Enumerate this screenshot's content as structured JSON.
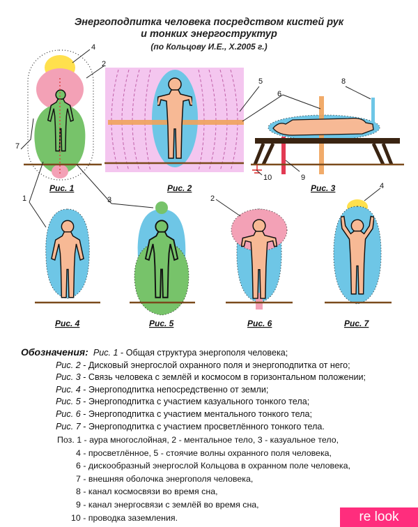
{
  "title": {
    "line1": "Энергоподпитка человека посредством кистей рук",
    "line2": "и тонких энергоструктур",
    "line3": "(по Кольцову И.Е., Х.2005 г.)"
  },
  "figures": {
    "fig1": "Рис. 1",
    "fig2": "Рис. 2",
    "fig3": "Рис. 3",
    "fig4": "Рис. 4",
    "fig5": "Рис. 5",
    "fig6": "Рис. 6",
    "fig7": "Рис. 7"
  },
  "callouts": [
    "1",
    "2",
    "3",
    "4",
    "5",
    "6",
    "7",
    "8",
    "9",
    "10"
  ],
  "legend": {
    "heading": "Обозначения:",
    "items": [
      {
        "fig": "Рис. 1",
        "text": " - Общая структура энергополя человека;"
      },
      {
        "fig": "Рис. 2",
        "text": " - Дисковый энергослой охранного поля и энергоподпитка от него;"
      },
      {
        "fig": "Рис. 3",
        "text": " - Связь человека с землёй и космосом в горизонтальном положении;"
      },
      {
        "fig": "Рис. 4",
        "text": " - Энергоподпитка непосредственно от земли;"
      },
      {
        "fig": "Рис. 5",
        "text": " - Энергоподпитка с участием казуального тонкого тела;"
      },
      {
        "fig": "Рис. 6",
        "text": " - Энергоподпитка с участием ментального тонкого тела;"
      },
      {
        "fig": "Рис. 7",
        "text": " - Энергоподпитка с участием просветлённого тонкого тела."
      }
    ]
  },
  "positions": {
    "first": "Поз. 1 - аура многослойная, 2 - ментальное тело, 3 - казуальное тело,",
    "rest": [
      "4 - просветлённое, 5 - стоячие волны охранного поля человека,",
      "6 - дискообразный энергослой Кольцова в охранном поле человека,",
      "7 - внешняя оболочка энергополя человека,",
      "8 - канал космосвязи во время сна,",
      "9 - канал энергосвязи с землёй во время сна,",
      "10 - проводка заземления."
    ]
  },
  "watermark": "re look",
  "colors": {
    "skin": "#f7b995",
    "blue": "#6ec6e6",
    "green": "#77c36a",
    "pink": "#f3a1b6",
    "yellow": "#ffe04d",
    "lilac": "#f4c6ef",
    "wood": "#3a2412",
    "ground": "#7a4a1c",
    "orange": "#f0a25a",
    "red": "#e23a53"
  }
}
